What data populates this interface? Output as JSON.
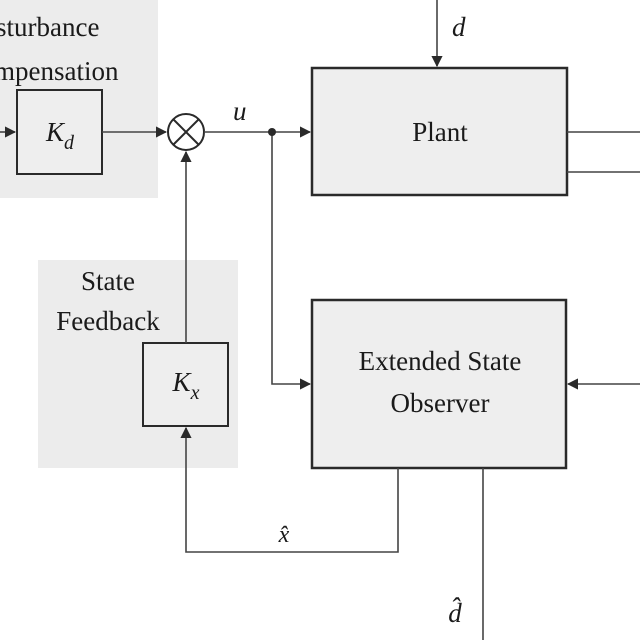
{
  "colors": {
    "stroke": "#2a2a2a",
    "block_fill": "#eeeeee",
    "region_fill": "#ececec",
    "signal_line": "#444444"
  },
  "regions": {
    "disturbance_compensation": {
      "line1": "sturbance",
      "line2": "mpensation"
    },
    "state_feedback": {
      "line1": "State",
      "line2": "Feedback"
    }
  },
  "blocks": {
    "kd": {
      "symbol": "K",
      "subscript": "d"
    },
    "kx": {
      "symbol": "K",
      "subscript": "x"
    },
    "plant": {
      "label": "Plant"
    },
    "eso": {
      "line1": "Extended State",
      "line2": "Observer"
    }
  },
  "signals": {
    "d": "d",
    "u": "u",
    "x_hat": "x̂",
    "d_hat": "d̂"
  },
  "icons": {
    "summing_junction": "circle-cross-icon"
  }
}
